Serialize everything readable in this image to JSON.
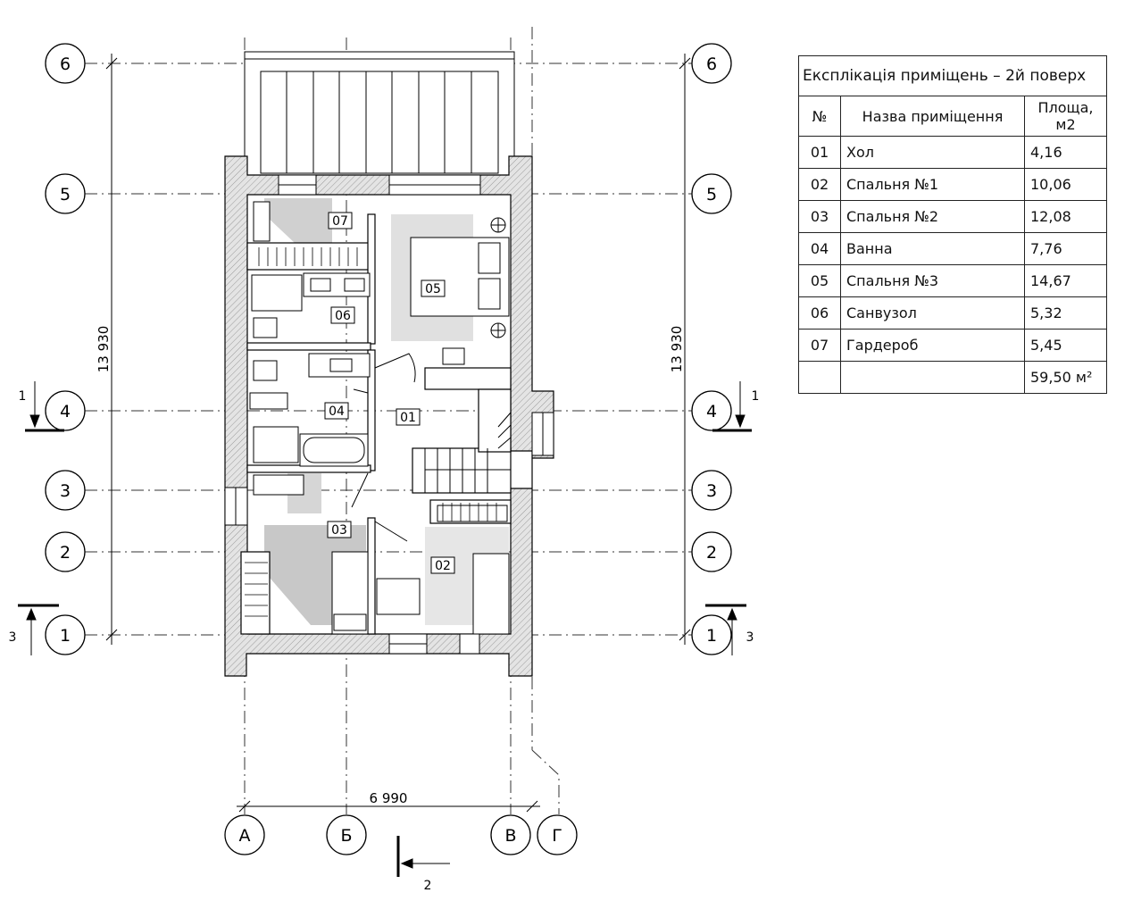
{
  "axes": {
    "rows": [
      "1",
      "2",
      "3",
      "4",
      "5",
      "6"
    ],
    "cols": [
      "А",
      "Б",
      "В",
      "Г"
    ]
  },
  "dimensions": {
    "width": "6 990",
    "height_left": "13 930",
    "height_right": "13 930"
  },
  "sections": {
    "sec1_left": "1",
    "sec1_right": "1",
    "sec3_left": "3",
    "sec3_right": "3",
    "sec2": "2"
  },
  "rooms": [
    {
      "tag": "01"
    },
    {
      "tag": "02"
    },
    {
      "tag": "03"
    },
    {
      "tag": "04"
    },
    {
      "tag": "05"
    },
    {
      "tag": "06"
    },
    {
      "tag": "07"
    }
  ],
  "legend": {
    "title": "Експлікація приміщень – 2й поверх",
    "col_no": "№",
    "col_name": "Назва приміщення",
    "col_area": "Площа, м2",
    "rows": [
      {
        "no": "01",
        "name": "Хол",
        "area": "4,16"
      },
      {
        "no": "02",
        "name": "Спальня №1",
        "area": "10,06"
      },
      {
        "no": "03",
        "name": "Спальня №2",
        "area": "12,08"
      },
      {
        "no": "04",
        "name": "Ванна",
        "area": "7,76"
      },
      {
        "no": "05",
        "name": "Спальня №3",
        "area": "14,67"
      },
      {
        "no": "06",
        "name": "Санвузол",
        "area": "5,32"
      },
      {
        "no": "07",
        "name": "Гардероб",
        "area": "5,45"
      }
    ],
    "total": "59,50 м²"
  }
}
